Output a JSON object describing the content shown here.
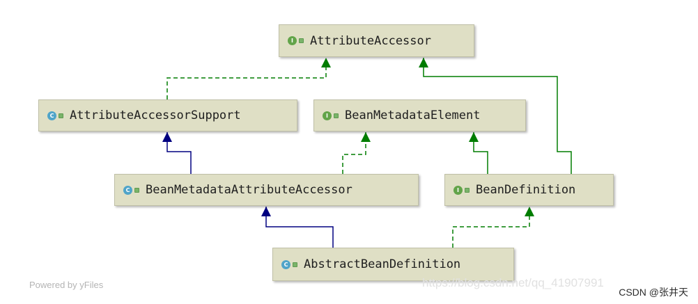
{
  "nodes": {
    "attribute_accessor": {
      "name": "AttributeAccessor",
      "kind": "interface",
      "badge": "I"
    },
    "attribute_accessor_support": {
      "name": "AttributeAccessorSupport",
      "kind": "class",
      "badge": "C"
    },
    "bean_metadata_element": {
      "name": "BeanMetadataElement",
      "kind": "interface",
      "badge": "I"
    },
    "bean_metadata_attribute_accessor": {
      "name": "BeanMetadataAttributeAccessor",
      "kind": "class",
      "badge": "C"
    },
    "bean_definition": {
      "name": "BeanDefinition",
      "kind": "interface",
      "badge": "I"
    },
    "abstract_bean_definition": {
      "name": "AbstractBeanDefinition",
      "kind": "class",
      "badge": "C"
    }
  },
  "edges": [
    {
      "from": "attribute_accessor_support",
      "to": "attribute_accessor",
      "type": "implements"
    },
    {
      "from": "bean_definition",
      "to": "attribute_accessor",
      "type": "extends-interface"
    },
    {
      "from": "bean_metadata_attribute_accessor",
      "to": "attribute_accessor_support",
      "type": "extends"
    },
    {
      "from": "bean_metadata_attribute_accessor",
      "to": "bean_metadata_element",
      "type": "implements"
    },
    {
      "from": "bean_definition",
      "to": "bean_metadata_element",
      "type": "extends-interface"
    },
    {
      "from": "abstract_bean_definition",
      "to": "bean_metadata_attribute_accessor",
      "type": "extends"
    },
    {
      "from": "abstract_bean_definition",
      "to": "bean_definition",
      "type": "implements"
    }
  ],
  "colors": {
    "node_fill": "#dfdfc5",
    "extends_edge": "#000080",
    "implements_edge": "#007d00",
    "interface_badge": "#62a449",
    "class_badge": "#4fa4c9"
  },
  "footer": {
    "powered_by": "Powered by yFiles",
    "source_watermark": "https://blog.csdn.net/qq_41907991",
    "site_credit": "CSDN @张井天"
  }
}
